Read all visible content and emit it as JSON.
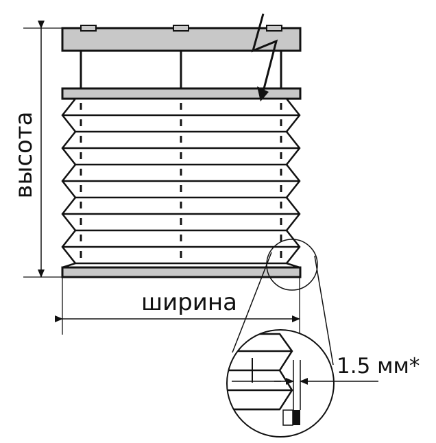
{
  "labels": {
    "height": "высота",
    "width": "ширина",
    "gap": "1.5 мм*"
  },
  "colors": {
    "ink": "#111111",
    "rail": "#c8c8c8",
    "background": "#ffffff"
  },
  "icons": {
    "bolt": "lightning-bolt-icon"
  }
}
